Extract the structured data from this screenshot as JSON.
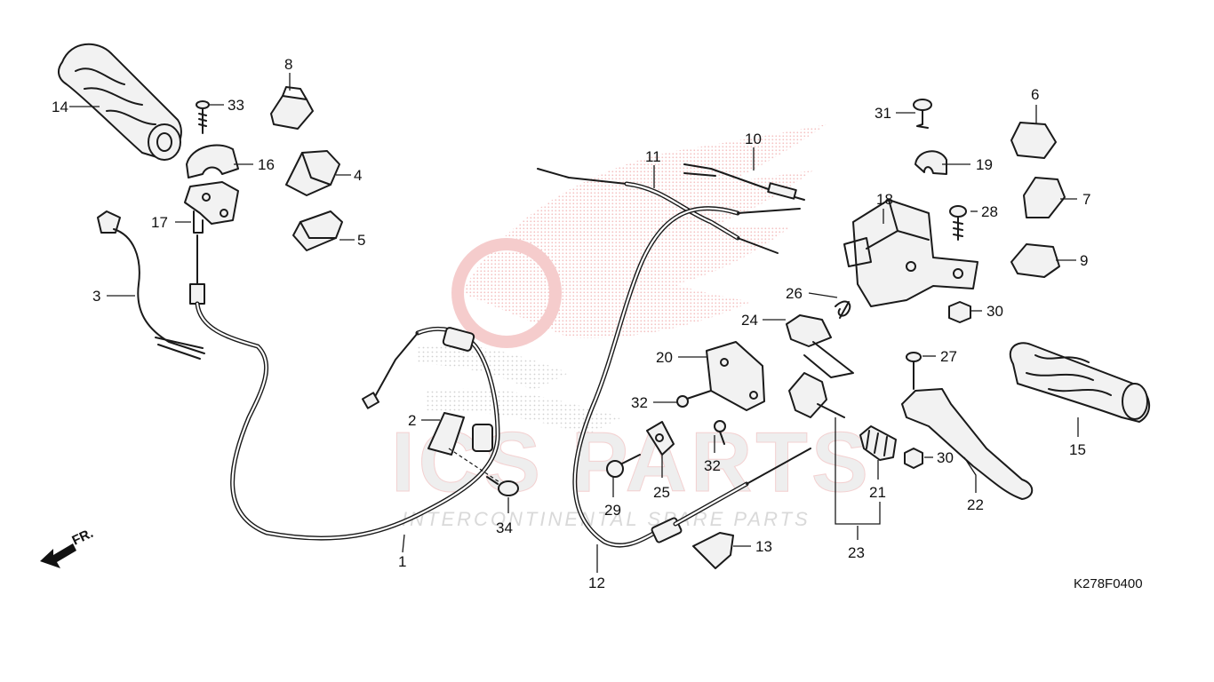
{
  "diagram": {
    "code": "K278F0400",
    "direction_label": "FR.",
    "watermark": {
      "brand": "ICS PARTS",
      "tagline": "INTERCONTINENTAL SPARE PARTS"
    },
    "callouts": [
      {
        "id": "c1",
        "label": "1"
      },
      {
        "id": "c2",
        "label": "2"
      },
      {
        "id": "c3",
        "label": "3"
      },
      {
        "id": "c4",
        "label": "4"
      },
      {
        "id": "c5",
        "label": "5"
      },
      {
        "id": "c6",
        "label": "6"
      },
      {
        "id": "c7",
        "label": "7"
      },
      {
        "id": "c8",
        "label": "8"
      },
      {
        "id": "c9",
        "label": "9"
      },
      {
        "id": "c10",
        "label": "10"
      },
      {
        "id": "c11",
        "label": "11"
      },
      {
        "id": "c12",
        "label": "12"
      },
      {
        "id": "c13",
        "label": "13"
      },
      {
        "id": "c14",
        "label": "14"
      },
      {
        "id": "c15",
        "label": "15"
      },
      {
        "id": "c16",
        "label": "16"
      },
      {
        "id": "c17",
        "label": "17"
      },
      {
        "id": "c18",
        "label": "18"
      },
      {
        "id": "c19",
        "label": "19"
      },
      {
        "id": "c20",
        "label": "20"
      },
      {
        "id": "c21",
        "label": "21"
      },
      {
        "id": "c22",
        "label": "22"
      },
      {
        "id": "c23",
        "label": "23"
      },
      {
        "id": "c24",
        "label": "24"
      },
      {
        "id": "c25",
        "label": "25"
      },
      {
        "id": "c26",
        "label": "26"
      },
      {
        "id": "c27",
        "label": "27"
      },
      {
        "id": "c28",
        "label": "28"
      },
      {
        "id": "c29",
        "label": "29"
      },
      {
        "id": "c30a",
        "label": "30"
      },
      {
        "id": "c30b",
        "label": "30"
      },
      {
        "id": "c31",
        "label": "31"
      },
      {
        "id": "c32a",
        "label": "32"
      },
      {
        "id": "c32b",
        "label": "32"
      },
      {
        "id": "c33",
        "label": "33"
      },
      {
        "id": "c34",
        "label": "34"
      }
    ],
    "colors": {
      "line": "#1a1a1a",
      "watermark_red": "#e8a0a0",
      "watermark_grey": "#d9d9d9"
    }
  }
}
